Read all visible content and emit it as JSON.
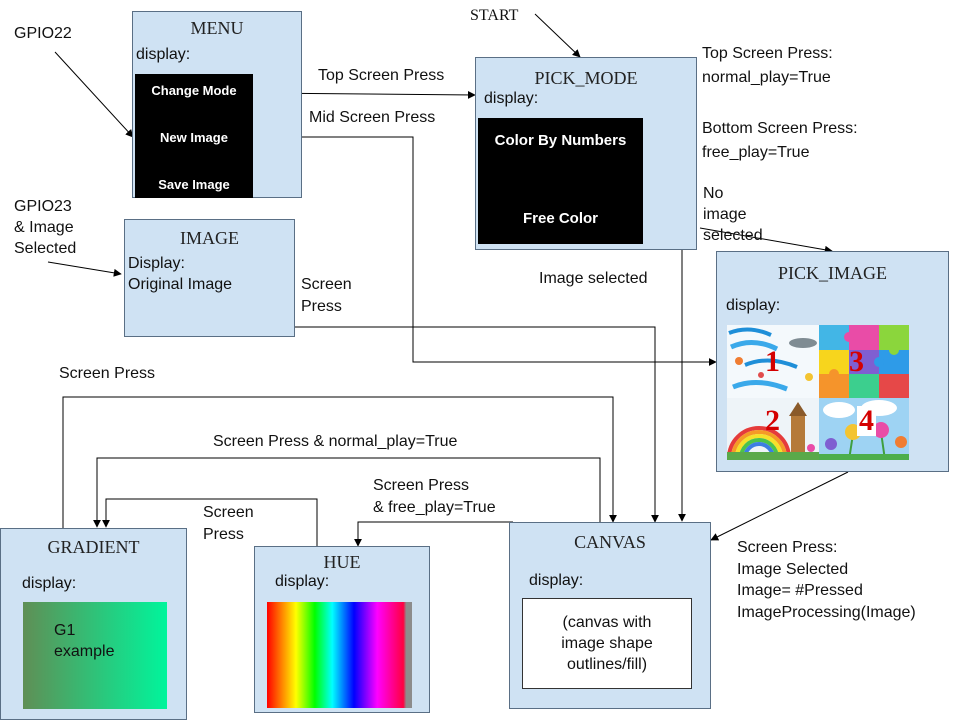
{
  "states": {
    "menu": {
      "title": "MENU",
      "display_label": "display:",
      "items": [
        "Change Mode",
        "New Image",
        "Save Image"
      ]
    },
    "pick_mode": {
      "title": "PICK_MODE",
      "display_label": "display:",
      "options": [
        "Color By Numbers",
        "Free Color"
      ]
    },
    "image": {
      "title": "IMAGE",
      "display_label": "Display:",
      "content": "Original Image"
    },
    "pick_image": {
      "title": "PICK_IMAGE",
      "display_label": "display:",
      "thumbnails": [
        "1",
        "3",
        "2",
        "4"
      ]
    },
    "gradient": {
      "title": "GRADIENT",
      "display_label": "display:",
      "sample_line1": "G1",
      "sample_line2": "example",
      "sample_colors": [
        "#5f8f55",
        "#00f59c"
      ]
    },
    "hue": {
      "title": "HUE",
      "display_label": "display:"
    },
    "canvas": {
      "title": "CANVAS",
      "display_label": "display:",
      "content": "(canvas with\nimage shape\noutlines/fill)"
    }
  },
  "labels": {
    "start": "START",
    "gpio22": "GPIO22",
    "gpio23": "GPIO23\n& Image\nSelected",
    "top_screen_press": "Top Screen Press",
    "mid_screen_press": "Mid Screen Press",
    "pick_mode_top": "Top Screen Press:\nnormal_play=True",
    "pick_mode_bottom": "Bottom Screen Press:\nfree_play=True",
    "no_image": "No\nimage\nselected",
    "image_selected": "Image selected",
    "image_screen_press": "Screen\nPress",
    "gradient_screen_press": "Screen Press",
    "normal_play": "Screen Press & normal_play=True",
    "free_play": "Screen Press\n& free_play=True",
    "hue_screen_press": "Screen\nPress",
    "pick_image_press": "Screen Press:\nImage Selected\nImage= #Pressed\nImageProcessing(Image)"
  },
  "colors": {
    "state_fill": "#cfe2f3",
    "state_border": "#5a6f85",
    "number_red": "#d40000"
  }
}
